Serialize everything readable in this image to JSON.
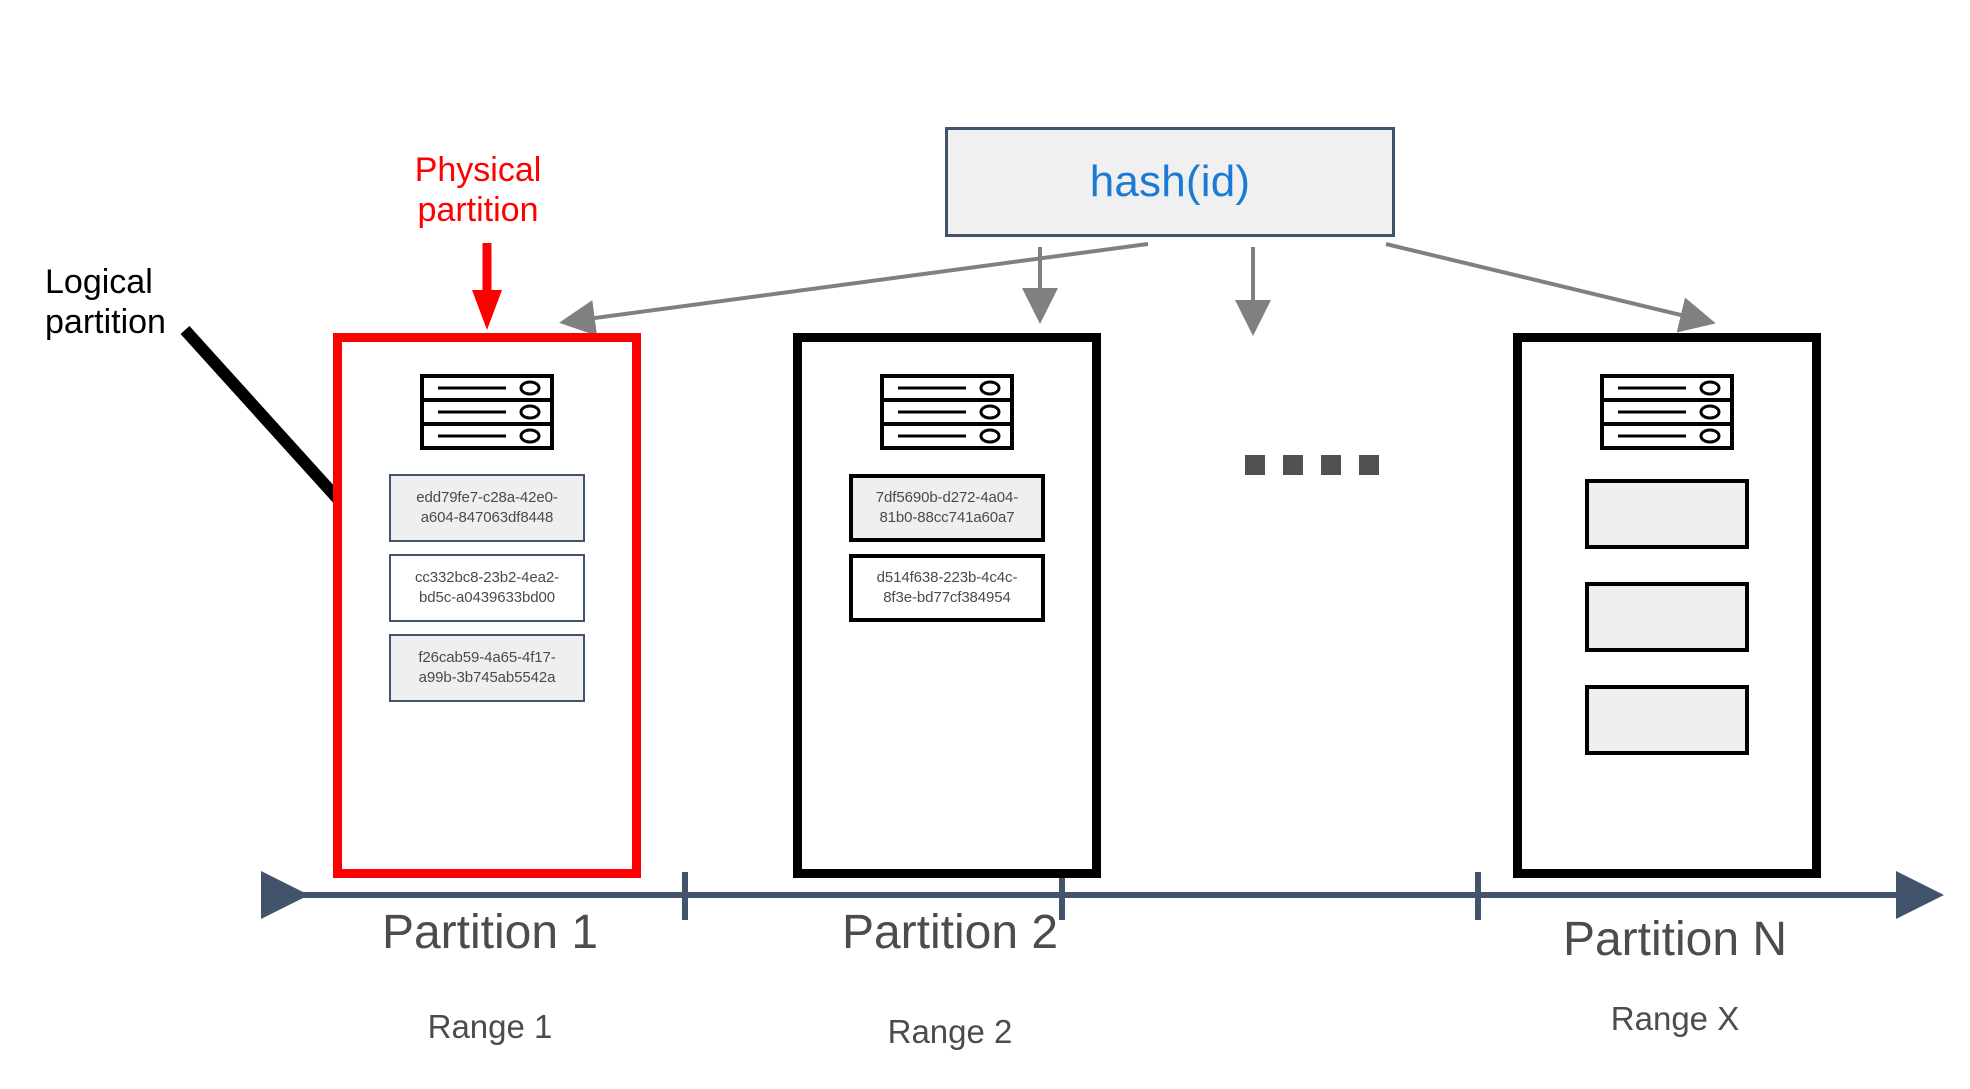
{
  "diagram": {
    "title_box": {
      "label": "hash(id)",
      "text_color": "#1b7bd4",
      "fill": "#f0f0f0",
      "border_color": "#41546b"
    },
    "annotations": {
      "logical": {
        "line1": "Logical",
        "line2": "partition",
        "color": "#000000"
      },
      "physical": {
        "line1": "Physical",
        "line2": "partition",
        "color": "#ff0000"
      }
    },
    "ellipsis": {
      "dot_count": 4,
      "color": "#515151"
    },
    "axis": {
      "color": "#41546b",
      "tick_count": 2
    },
    "partitions": [
      {
        "id": "partition-1",
        "title": "Partition 1",
        "range": "Range 1",
        "border_color": "#ff0000",
        "icon": "server-rack-icon",
        "records": [
          {
            "text": "edd79fe7-c28a-42e0-a604-847063df8448",
            "line1": "edd79fe7-c28a-42e0-",
            "line2": "a604-847063df8448",
            "fill": "#efefef",
            "border": "#41546b"
          },
          {
            "text": "cc332bc8-23b2-4ea2-bd5c-a0439633bd00",
            "line1": "cc332bc8-23b2-4ea2-",
            "line2": "bd5c-a0439633bd00",
            "fill": "#ffffff",
            "border": "#41546b"
          },
          {
            "text": "f26cab59-4a65-4f17-a99b-3b745ab5542a",
            "line1": "f26cab59-4a65-4f17-",
            "line2": "a99b-3b745ab5542a",
            "fill": "#efefef",
            "border": "#41546b"
          }
        ]
      },
      {
        "id": "partition-2",
        "title": "Partition 2",
        "range": "Range 2",
        "border_color": "#000000",
        "icon": "server-rack-icon",
        "records": [
          {
            "text": "7df5690b-d272-4a04-81b0-88cc741a60a7",
            "line1": "7df5690b-d272-4a04-",
            "line2": "81b0-88cc741a60a7",
            "fill": "#efefef",
            "border": "#000000"
          },
          {
            "text": "d514f638-223b-4c4c-8f3e-bd77cf384954",
            "line1": "d514f638-223b-4c4c-",
            "line2": "8f3e-bd77cf384954",
            "fill": "#ffffff",
            "border": "#000000"
          }
        ]
      },
      {
        "id": "partition-n",
        "title": "Partition N",
        "range": "Range X",
        "border_color": "#000000",
        "icon": "server-rack-icon",
        "records": [
          {
            "text": "",
            "line1": "",
            "line2": "",
            "fill": "#efefef",
            "border": "#000000"
          },
          {
            "text": "",
            "line1": "",
            "line2": "",
            "fill": "#efefef",
            "border": "#000000"
          },
          {
            "text": "",
            "line1": "",
            "line2": "",
            "fill": "#efefef",
            "border": "#000000"
          }
        ]
      }
    ]
  }
}
